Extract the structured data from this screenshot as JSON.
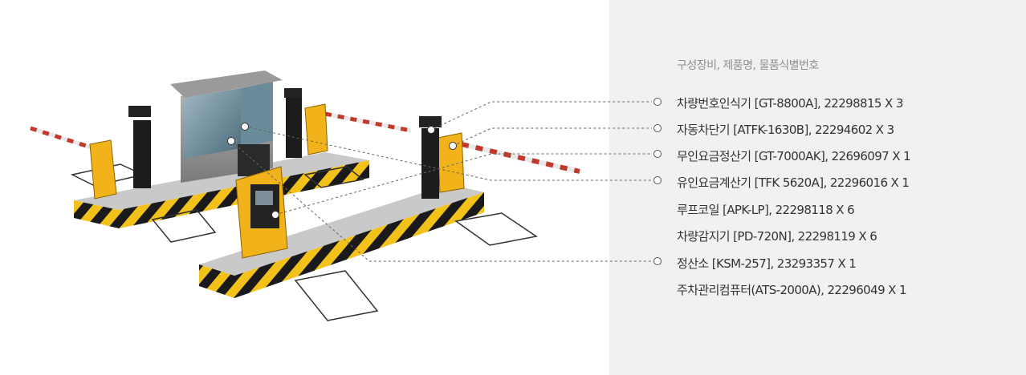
{
  "heading": "구성장비, 제품명, 물품식별번호",
  "items": [
    {
      "text": "차량번호인식기 [GT-8800A], 22298815 X 3",
      "marker": true
    },
    {
      "text": "자동차단기 [ATFK-1630B], 22294602 X 3",
      "marker": true
    },
    {
      "text": "무인요금정산기 [GT-7000AK], 22696097 X 1",
      "marker": true
    },
    {
      "text": "유인요금계산기 [TFK 5620A], 22296016 X 1",
      "marker": true
    },
    {
      "text": "루프코일 [APK-LP], 22298118 X 6",
      "marker": false
    },
    {
      "text": "차량감지기 [PD-720N], 22298119 X 6",
      "marker": false
    },
    {
      "text": "정산소 [KSM-257], 23293357 X 1",
      "marker": true
    },
    {
      "text": "주차관리컴퓨터(ATS-2000A), 22296049 X 1",
      "marker": false
    }
  ],
  "colors": {
    "panel": "#f1f1f1",
    "heading": "#8f8f8f",
    "text": "#333333",
    "leader": "#555555",
    "equipment_yellow": "#f2b21a",
    "hazard_black": "#1a1a1a"
  }
}
